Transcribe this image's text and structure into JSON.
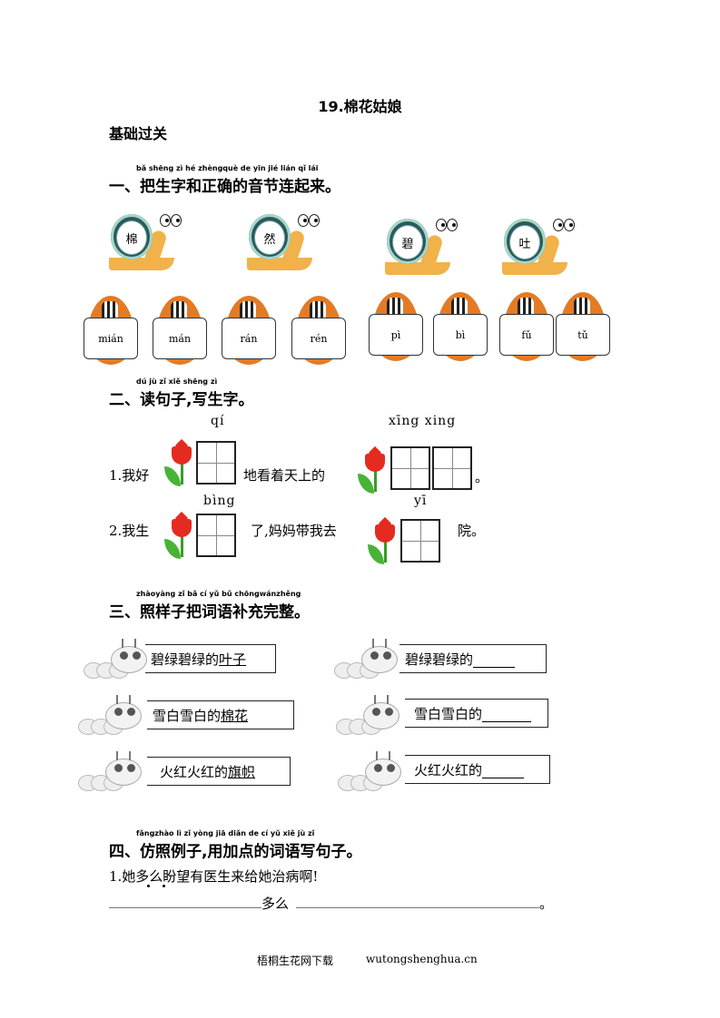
{
  "title": "19.棉花姑娘",
  "subtitle": "基础过关",
  "section1": {
    "heading": "一、把生字和正确的音节连起来。",
    "pinyin_row": "bǎ shēng zì  hé zhèngquè de  yīn  jié  lián  qǐ  lái",
    "snails": [
      "棉",
      "然",
      "碧",
      "吐"
    ],
    "eggs": [
      "mián",
      "mán",
      "rán",
      "rén",
      "pì",
      "bì",
      "fǔ",
      "tǔ"
    ]
  },
  "section2": {
    "heading": "二、读句子,写生字。",
    "pinyin_row": "dú  jù  zǐ    xiě shēng  zì",
    "s1_pinyin_a": "qí",
    "s1_pinyin_b": "xīng  xing",
    "s1_part1": "1.我好",
    "s1_part2": "地看着天上的",
    "s1_end": "。",
    "s2_pinyin_a": "bìng",
    "s2_pinyin_b": "yī",
    "s2_part1": "2.我生",
    "s2_part2": "了,妈妈带我去",
    "s2_end": "院。"
  },
  "section3": {
    "heading": "三、照样子把词语补充完整。",
    "pinyin_row": "zhàoyàng zǐ  bǎ  cí  yǔ  bǔ chōngwánzhěng",
    "left": [
      {
        "prefix": "碧绿碧绿的",
        "word": "叶子"
      },
      {
        "prefix": "雪白雪白的",
        "word": "棉花"
      },
      {
        "prefix": "火红火红的",
        "word": "旗帜"
      }
    ],
    "right": [
      "碧绿碧绿的",
      "雪白雪白的",
      "火红火红的"
    ]
  },
  "section4": {
    "heading": "四、仿照例子,用加点的词语写句子。",
    "pinyin_row": "fǎngzhào  lì  zǐ   yòng jiā diǎn de  cí  yǔ  xiě  jù  zǐ",
    "example": "1.她多么盼望有医生来给她治病啊!",
    "fill_word": "多么",
    "fill_end": "。"
  },
  "footer": {
    "left": "梧桐生花网下载",
    "right": "wutongshenghua.cn"
  }
}
